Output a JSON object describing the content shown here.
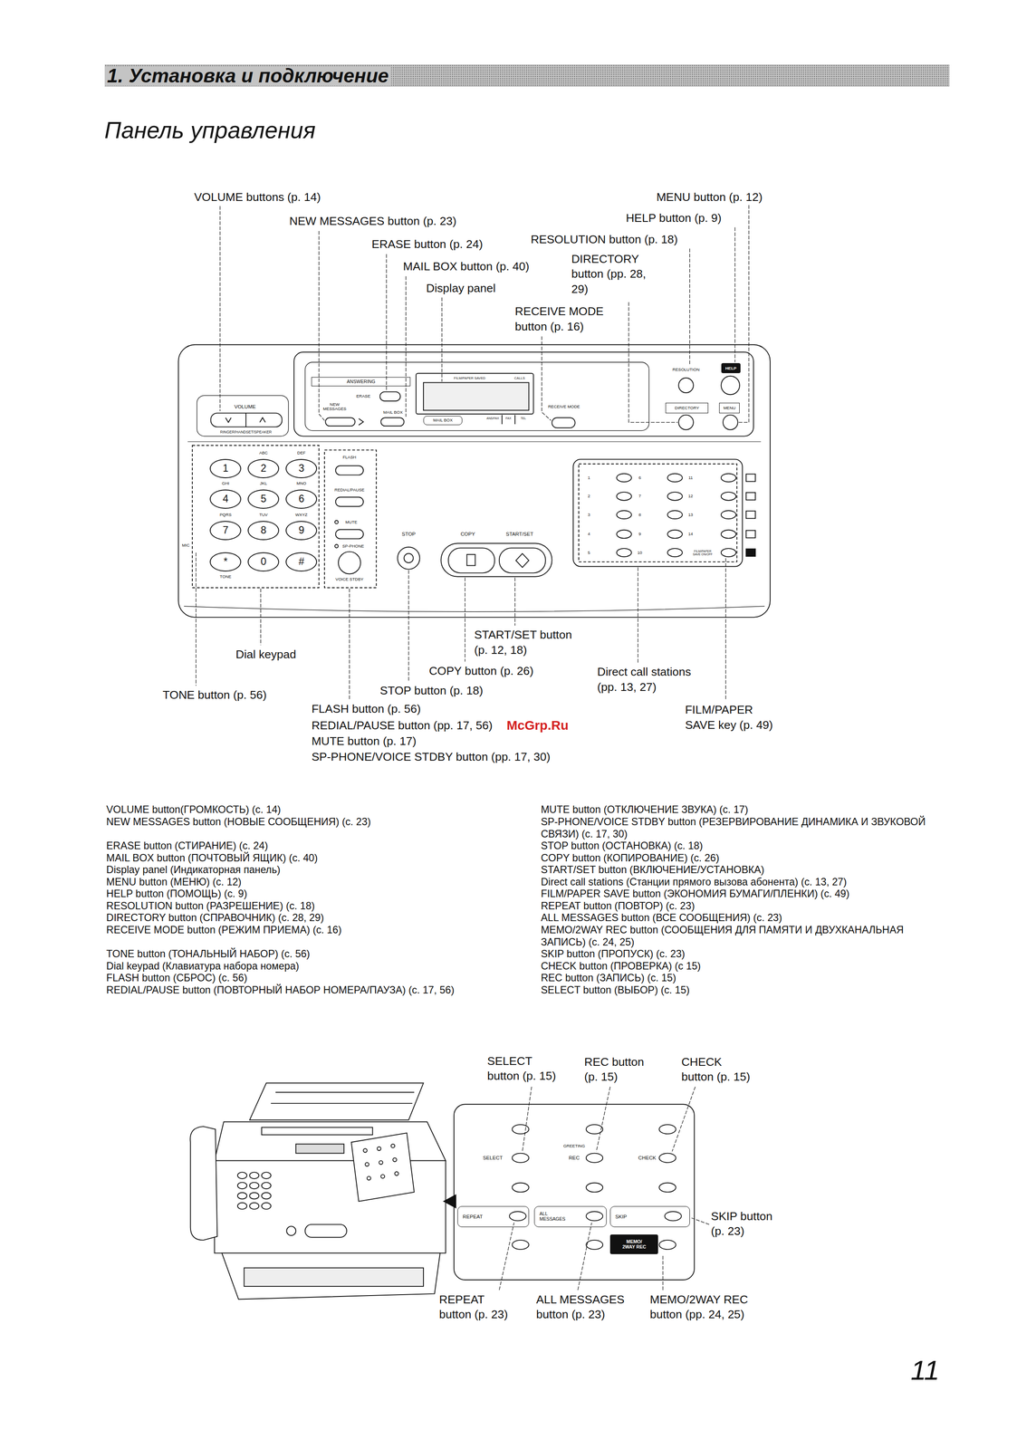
{
  "diagram": {
    "title": "Панель управления",
    "nodes": [
      {
        "text": [
          "1. Установка и подключение"
        ]
      },
      {
        "text": [
          "ANSWERING"
        ]
      },
      {
        "text": [
          "MAIL BOX"
        ]
      },
      {
        "text": [
          "DIRECTORY"
        ]
      },
      {
        "text": [
          "MENU"
        ]
      },
      {
        "text": [
          "HELP"
        ]
      },
      {
        "text": [
          "1"
        ]
      },
      {
        "text": [
          "2"
        ]
      },
      {
        "text": [
          "3"
        ]
      },
      {
        "text": [
          "4"
        ]
      },
      {
        "text": [
          "5"
        ]
      },
      {
        "text": [
          "6"
        ]
      },
      {
        "text": [
          "7"
        ]
      },
      {
        "text": [
          "8"
        ]
      },
      {
        "text": [
          "9"
        ]
      },
      {
        "text": [
          "*"
        ]
      },
      {
        "text": [
          "0"
        ]
      },
      {
        "text": [
          "#"
        ]
      },
      {
        "text": [
          "REPEAT"
        ]
      },
      {
        "text": [
          "ALL MESSAGES"
        ]
      },
      {
        "text": [
          "SKIP"
        ]
      },
      {
        "text": [
          "MEMO/ 2WAY REC"
        ]
      }
    ],
    "labels": [
      "VOLUME buttons (p. 14)",
      "NEW MESSAGES button (p. 23)",
      "ERASE button (p. 24)",
      "MAIL BOX button (p. 40)",
      "Display panel",
      "MENU button (p. 12)",
      "HELP button (p. 9)",
      "RESOLUTION button (p. 18)",
      "DIRECTORY button (pp. 28, 29)",
      "RECEIVE MODE button (p. 16)",
      "Dial keypad",
      "TONE button (p. 56)",
      "START/SET button (p. 12, 18)",
      "COPY button (p. 26)",
      "STOP button (p. 18)",
      "Direct call stations (pp. 13, 27)",
      "FLASH button (p. 56)",
      "REDIAL/PAUSE button (pp. 17, 56)",
      "MUTE button (p. 17)",
      "SP-PHONE/VOICE STDBY button (pp. 17, 30)",
      "FILM/PAPER SAVE key (p. 49)",
      "McGrp.Ru",
      "VOLUME button(ГРОМКОСТЬ) (с. 14)",
      "NEW MESSAGES button (НОВЫЕ СООБЩЕНИЯ) (с. 23)",
      "ERASE button (СТИРАНИЕ) (с. 24)",
      "MAIL BOX button (ПОЧТОВЫЙ ЯЩИК) (с. 40)",
      "Display panel (Индикаторная панель)",
      "MENU button (МЕНЮ) (с. 12)",
      "HELP button (ПОМОЩЬ) (с. 9)",
      "RESOLUTION button (РАЗРЕШЕНИЕ) (с. 18)",
      "DIRECTORY button (СПРАВОЧНИК) (с. 28, 29)",
      "RECEIVE MODE button (РЕЖИМ ПРИЕМА) (с. 16)",
      "TONE button (ТОНАЛЬНЫЙ НАБОР) (с. 56)",
      "Dial keypad (Клавиатура набора номера)",
      "FLASH button (СБРОС) (с. 56)",
      "REDIAL/PAUSE button (ПОВТОРНЫЙ НАБОР НОМЕРА/ПАУЗА) (с. 17, 56)",
      "MUTE button (ОТКЛЮЧЕНИЕ ЗВУКА) (с. 17)",
      "SP-PHONE/VOICE STDBY button (РЕЗЕРВИРОВАНИЕ ДИНАМИКА И ЗВУКОВОЙ СВЯЗИ) (с. 17, 30)",
      "STOP button (ОСТАНОВКА) (с. 18)",
      "COPY button (КОПИРОВАНИЕ) (с. 26)",
      "START/SET button (ВКЛЮЧЕНИЕ/УСТАНОВКА)",
      "Direct call stations (Станции прямого вызова абонента) (с. 13, 27)",
      "FILM/PAPER SAVE button (ЭКОНОМИЯ БУМАГИ/ПЛЕНКИ) (с. 49)",
      "REPEAT button (ПОВТОР) (с. 23)",
      "ALL MESSAGES button (ВСЕ СООБЩЕНИЯ) (с. 23)",
      "MEMO/2WAY REC button (СООБЩЕНИЯ ДЛЯ ПАМЯТИ И ДВУХКАНАЛЬНАЯ ЗАПИСЬ) (с. 24, 25)",
      "SKIP button (ПРОПУСК) (с. 23)",
      "CHECK button (ПРОВЕРКА) (с 15)",
      "REC button (ЗАПИСЬ) (с. 15)",
      "SELECT button (ВЫБОР) (с. 15)",
      "SELECT button (p. 15)",
      "REC button (p. 15)",
      "CHECK button (p. 15)",
      "SKIP button (p. 23)",
      "REPEAT button (p. 23)",
      "ALL MESSAGES button (p. 23)",
      "MEMO/2WAY REC button (pp. 24, 25)",
      "11",
      "VOLUME",
      "RINGER/HANDSET/SPEAKER",
      "NEW MESSAGES",
      "ERASE",
      "MAIL BOX",
      "FILM/PAPER SAVED",
      "CALLS",
      "ANS/FAX",
      "FAX",
      "TEL",
      "RECEIVE MODE",
      "RESOLUTION",
      "ABC",
      "DEF",
      "GHI",
      "JKL",
      "MNO",
      "PQRS",
      "TUV",
      "WXYZ",
      "TONE",
      "MIC",
      "FLASH",
      "REDIAL/PAUSE",
      "MUTE",
      "SP-PHONE",
      "VOICE STDBY",
      "STOP",
      "COPY",
      "START/SET",
      "1",
      "2",
      "3",
      "4",
      "5",
      "6",
      "7",
      "8",
      "9",
      "10",
      "11",
      "12",
      "13",
      "14",
      "FILM/PAPER SAVE ON/OFF",
      "SELECT",
      "GREETING",
      "REC",
      "CHECK"
    ]
  }
}
